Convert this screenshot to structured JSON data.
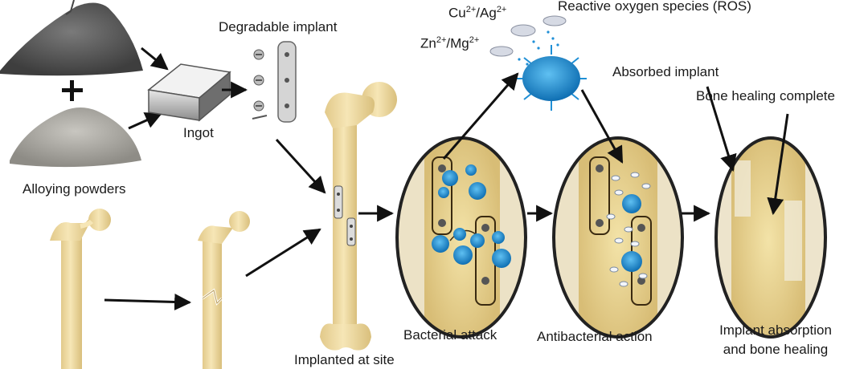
{
  "labels": {
    "degradable_implant": "Degradable implant",
    "ingot": "Ingot",
    "alloying_powders": "Alloying powders",
    "implanted_at_site": "Implanted at site",
    "bacterial_attack": "Bacterial attack",
    "antibacterial_action": "Antibacterial action",
    "implant_absorption_line1": "Implant absorption",
    "implant_absorption_line2": "and bone healing",
    "reactive_oxygen_species": "Reactive oxygen species (ROS)",
    "absorbed_implant": "Absorbed implant",
    "bone_healing_complete": "Bone healing complete",
    "ion_cu": "Cu",
    "ion_cu_charge": "2+",
    "ion_ag": "/Ag",
    "ion_ag_charge": "2+",
    "ion_zn": "Zn",
    "ion_zn_charge": "2+",
    "ion_mg": "/Mg",
    "ion_mg_charge": "2+"
  },
  "colors": {
    "bone": "#efdca0",
    "bone_shadow": "#d8bf78",
    "bone_outline": "#b89a55",
    "bacteria": "#1f8fd6",
    "bacteria_dark": "#0d5f9e",
    "circle_outline": "#2a2a2a",
    "powder_dark": "#5a5a5a",
    "powder_light": "#a8a8a4",
    "plate": "#c9c9c9",
    "arrow": "#111111"
  }
}
